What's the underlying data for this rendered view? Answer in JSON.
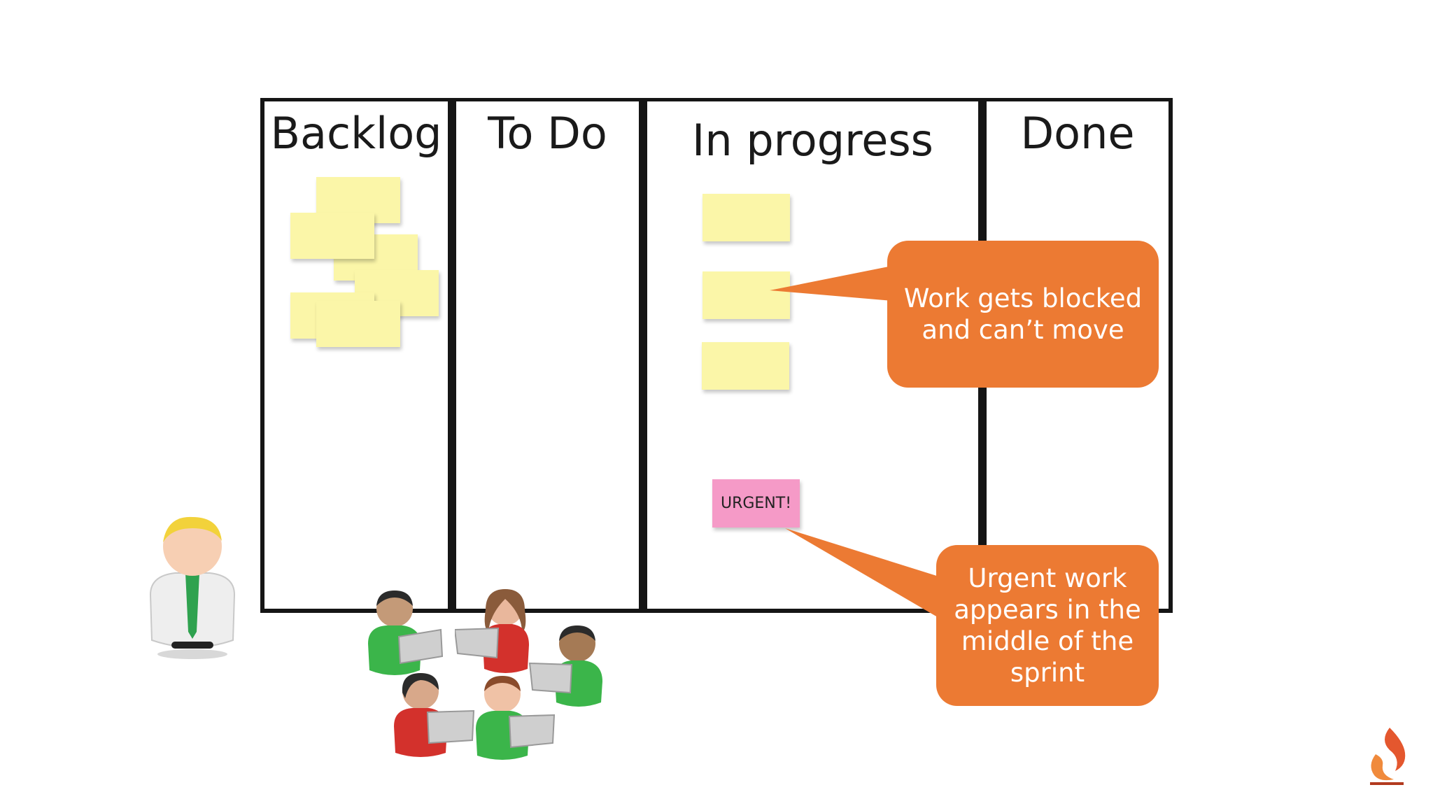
{
  "board": {
    "columns": [
      {
        "title": "Backlog"
      },
      {
        "title": "To Do"
      },
      {
        "title": "In progress"
      },
      {
        "title": "Done"
      }
    ]
  },
  "stickies": {
    "urgent_label": "URGENT!",
    "color_normal": "#fbf6a8",
    "color_urgent": "#f59ac7"
  },
  "callouts": {
    "blocked": "Work gets blocked and can’t move",
    "urgent": "Urgent work appears in the middle of the sprint",
    "color": "#ec7a33"
  },
  "icons": [
    "manager-figure-icon",
    "team-member-icon",
    "brand-logo-icon"
  ]
}
